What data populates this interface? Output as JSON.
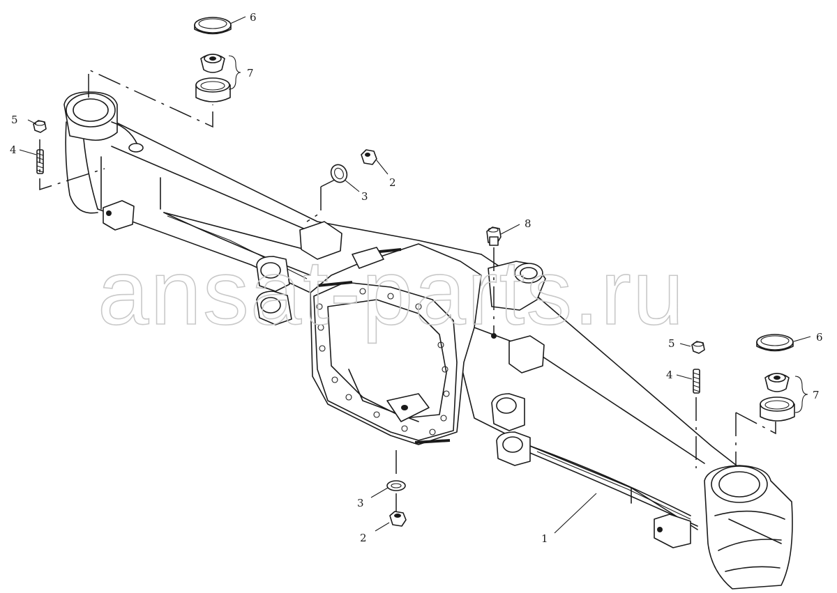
{
  "watermark": "ansat-parts.ru",
  "callouts": {
    "c1": "1",
    "c2a": "2",
    "c2b": "2",
    "c3a": "3",
    "c3b": "3",
    "c4a": "4",
    "c4b": "4",
    "c5a": "5",
    "c5b": "5",
    "c6a": "6",
    "c6b": "6",
    "c7a": "7",
    "c7b": "7",
    "c8": "8"
  }
}
